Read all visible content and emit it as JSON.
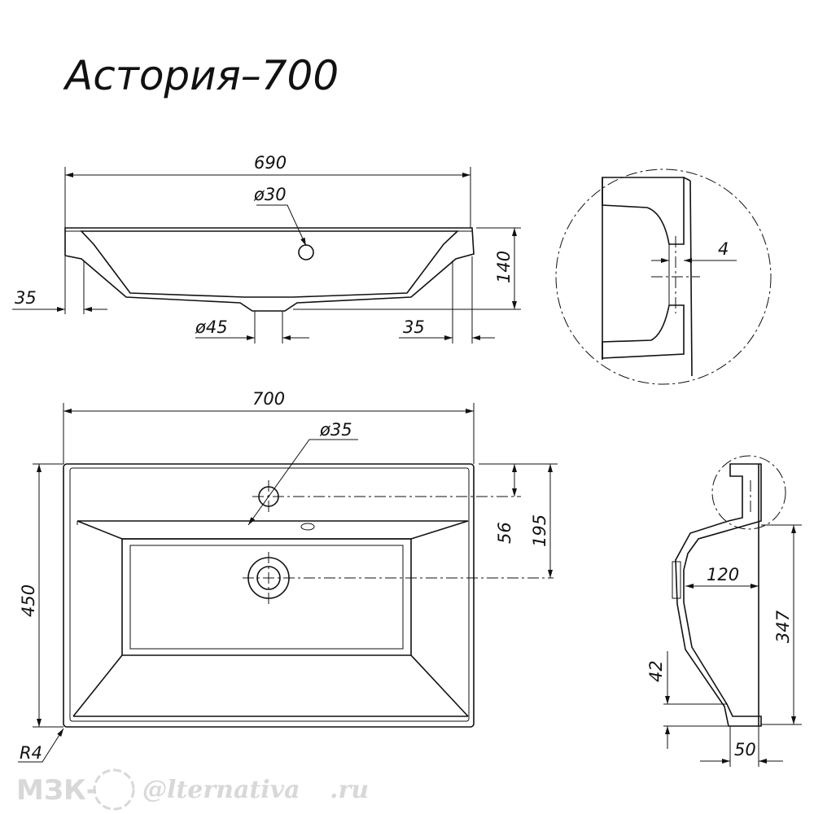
{
  "title": "Астория–700",
  "section_view": {
    "width_label": "690",
    "tap_hole_label": "ø30",
    "height_label": "140",
    "rim_left_label": "35",
    "drain_label": "ø45",
    "rim_right_label": "35"
  },
  "detail_view": {
    "wall_label": "4"
  },
  "plan_view": {
    "width_label": "700",
    "tap_hole_label": "ø35",
    "tap_offset_label": "56",
    "drain_offset_label": "195",
    "depth_label": "450",
    "corner_radius_label": "R4"
  },
  "side_view": {
    "drain_depth_label": "120",
    "height_label": "347",
    "base_label": "42",
    "foot_label": "50"
  },
  "watermark": {
    "prefix": "МЗК-",
    "brand": "@lternativa",
    "suffix": ".ru"
  }
}
